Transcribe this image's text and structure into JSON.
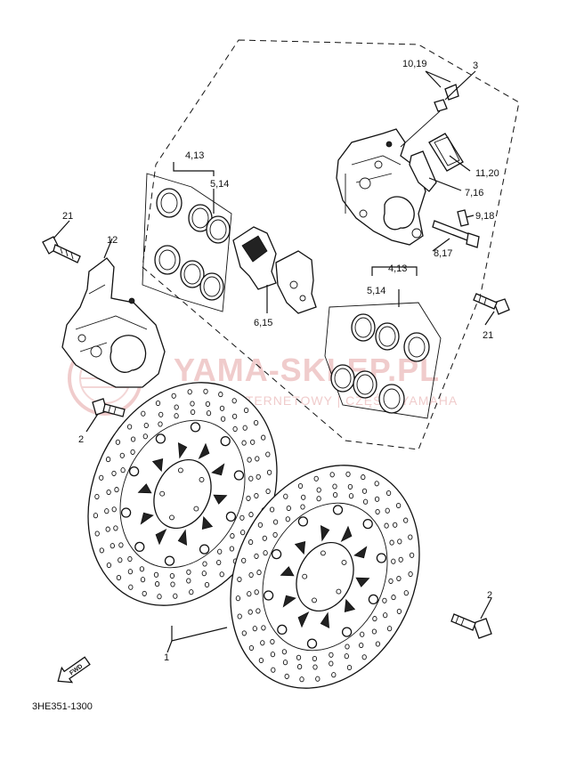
{
  "watermark": {
    "main": "YAMA-SKLEP.PL",
    "sub": "SKLEP INTERNETOWY | CZĘŚCI YAMAHA"
  },
  "labels": {
    "p10_19": "10,19",
    "p3": "3",
    "p4_13_top": "4,13",
    "p5_14_top": "5,14",
    "p11_20": "11,20",
    "p7_16": "7,16",
    "p9_18": "9,18",
    "p8_17": "8,17",
    "p21_left": "21",
    "p12": "12",
    "p6_15": "6,15",
    "p4_13_bottom": "4,13",
    "p5_14_bottom": "5,14",
    "p21_right": "21",
    "p2_left": "2",
    "p2_right": "2",
    "p1": "1"
  },
  "fwd_label": "FWD",
  "diagram_code": "3HE351-1300"
}
